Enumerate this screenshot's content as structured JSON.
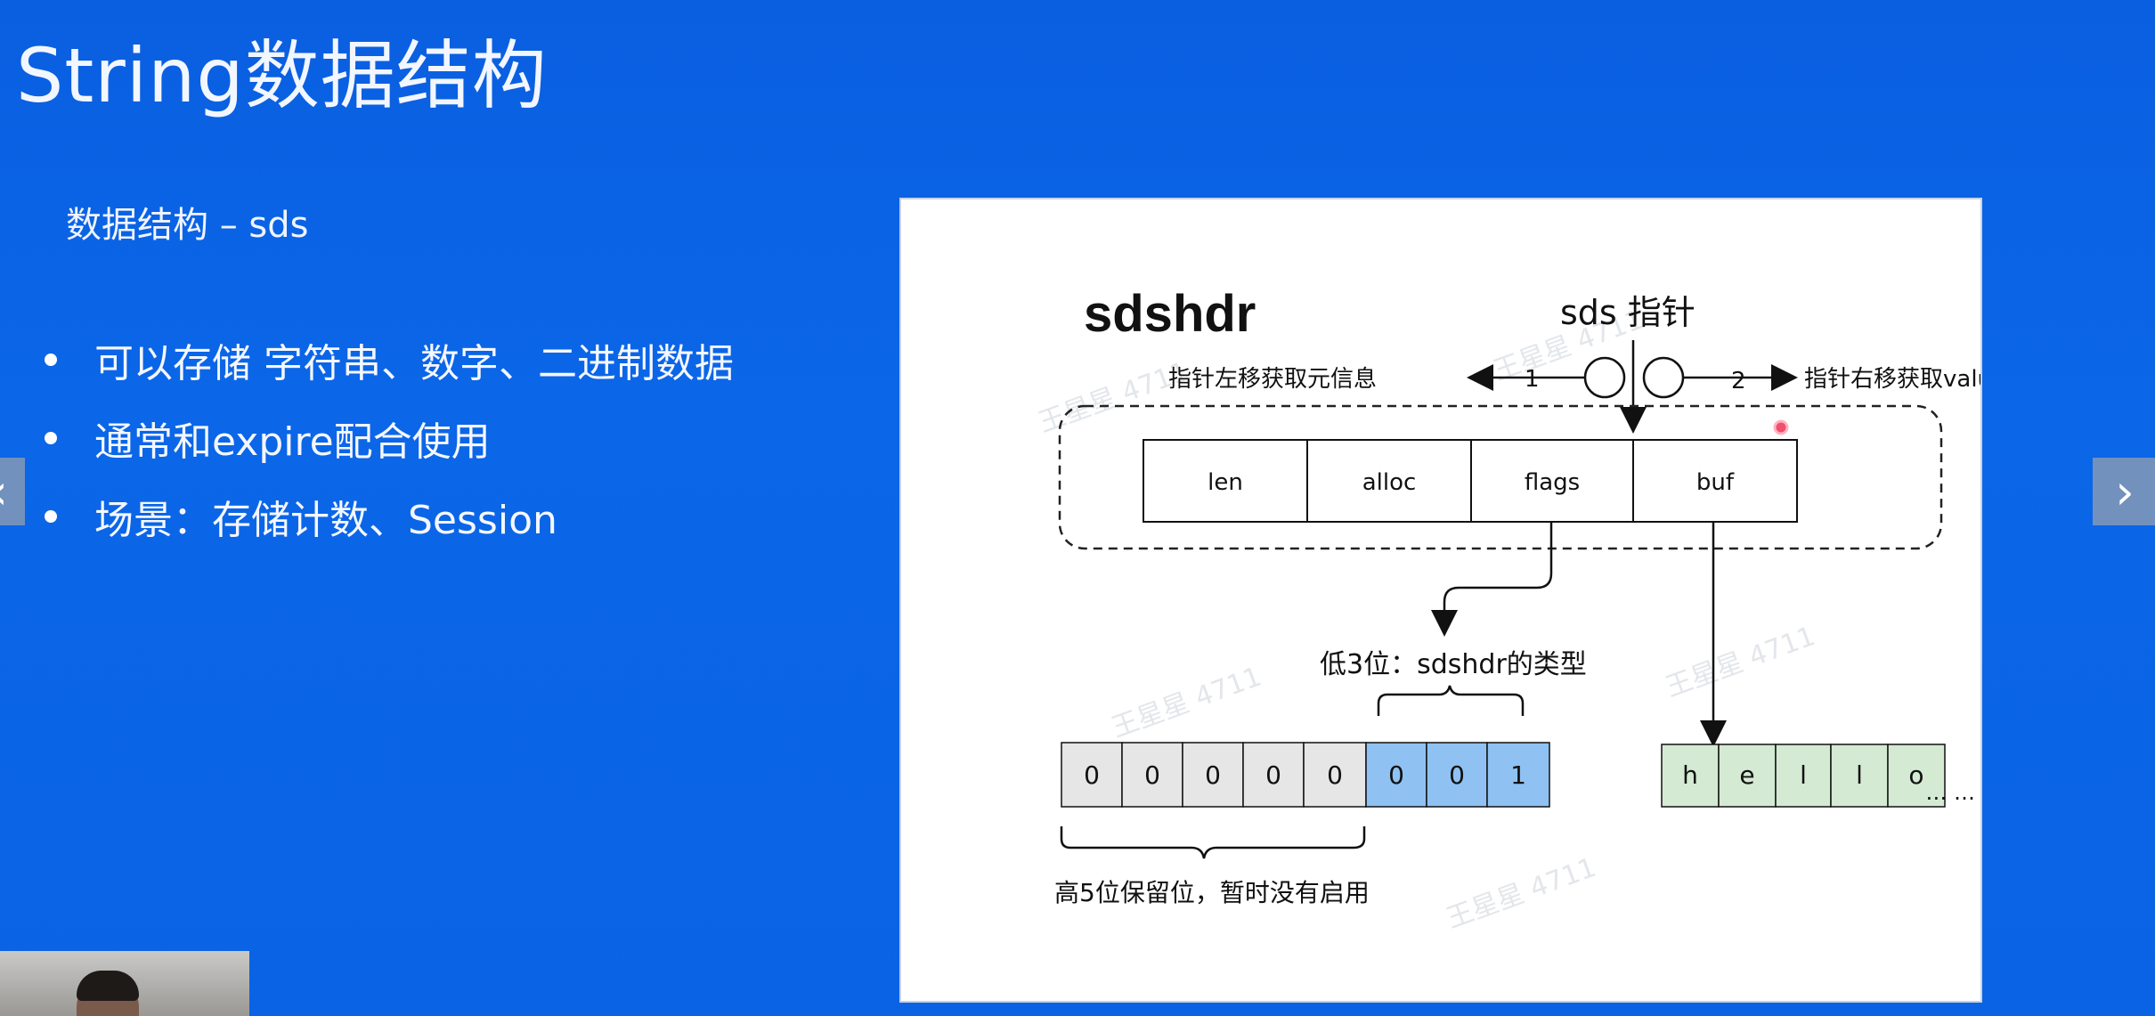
{
  "slide": {
    "title": "String数据结构",
    "subtitle": "数据结构 –  sds",
    "bullets": [
      "可以存储 字符串、数字、二进制数据",
      "通常和expire配合使用",
      "场景：存储计数、Session"
    ]
  },
  "nav": {
    "prev_label": "‹",
    "next_label": "›"
  },
  "figure": {
    "struct_name": "sdshdr",
    "pointer_label": "sds 指针",
    "left_annotation": "指针左移获取元信息",
    "right_annotation": "指针右移获取value",
    "left_step": "1",
    "right_step": "2",
    "fields": [
      "len",
      "alloc",
      "flags",
      "buf"
    ],
    "low_bits_label": "低3位：sdshdr的类型",
    "high_bits_label": "高5位保留位，暂时没有启用",
    "flag_bits": [
      "0",
      "0",
      "0",
      "0",
      "0",
      "0",
      "0",
      "1"
    ],
    "buf_chars": [
      "h",
      "e",
      "l",
      "l",
      "o"
    ],
    "ellipsis": "… …",
    "watermark": "王星星 4711"
  },
  "colors": {
    "background": "#0a63e4",
    "bit_gray": "#e6e6e6",
    "bit_blue": "#8fc2f2",
    "buf_green": "#d4ead3"
  }
}
